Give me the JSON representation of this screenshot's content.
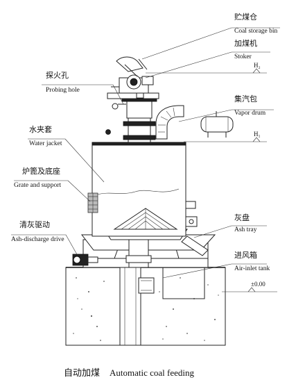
{
  "labels": {
    "coal_bin": {
      "cn": "贮煤仓",
      "en": "Coal storage bin"
    },
    "stoker": {
      "cn": "加煤机",
      "en": "Stoker"
    },
    "probing": {
      "cn": "探火孔",
      "en": "Probing hole"
    },
    "vapor": {
      "cn": "集汽包",
      "en": "Vapor drum"
    },
    "water": {
      "cn": "水夹套",
      "en": "Water jacket"
    },
    "grate": {
      "cn": "炉篦及底座",
      "en": "Grate and support"
    },
    "ash_drive": {
      "cn": "清灰驱动",
      "en": "Ash-discharge drive"
    },
    "ash_tray": {
      "cn": "灰盘",
      "en": "Ash tray"
    },
    "air_tank": {
      "cn": "进风箱",
      "en": "Air-inlet tank"
    }
  },
  "levels": {
    "h2": "H₂",
    "h1": "H₁",
    "zero": "±0.00"
  },
  "caption": {
    "cn": "自动加煤",
    "en": "Automatic coal feeding"
  }
}
